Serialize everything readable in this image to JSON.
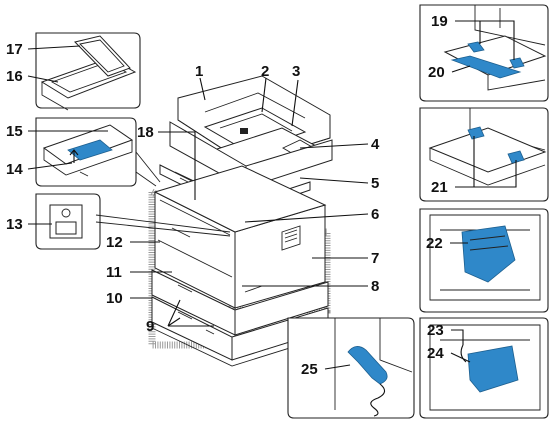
{
  "callouts": [
    {
      "n": "1"
    },
    {
      "n": "2"
    },
    {
      "n": "3"
    },
    {
      "n": "4"
    },
    {
      "n": "5"
    },
    {
      "n": "6"
    },
    {
      "n": "7"
    },
    {
      "n": "8"
    },
    {
      "n": "9"
    },
    {
      "n": "10"
    },
    {
      "n": "11"
    },
    {
      "n": "12"
    },
    {
      "n": "13"
    },
    {
      "n": "14"
    },
    {
      "n": "15"
    },
    {
      "n": "16"
    },
    {
      "n": "17"
    },
    {
      "n": "18"
    },
    {
      "n": "19"
    },
    {
      "n": "20"
    },
    {
      "n": "21"
    },
    {
      "n": "22"
    },
    {
      "n": "23"
    },
    {
      "n": "24"
    },
    {
      "n": "25"
    }
  ],
  "colors": {
    "accent": "#2f88c9",
    "line": "#222222",
    "halo": "#9a9a9a"
  },
  "icons": [
    "printer-illustration",
    "handset-icon",
    "toner-cartridge",
    "duplex-guide"
  ]
}
